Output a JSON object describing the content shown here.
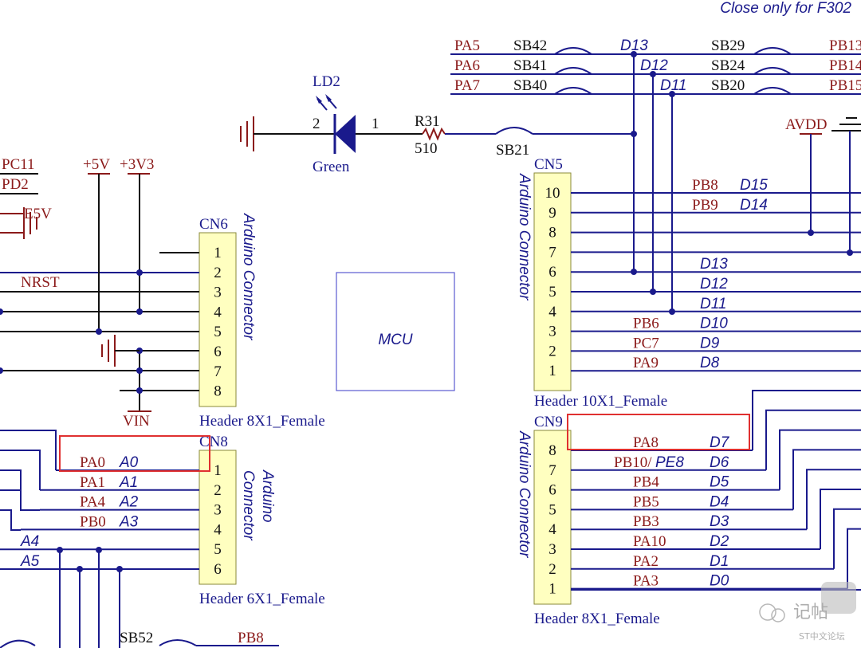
{
  "note": "Close only for F302",
  "mcu_label": "MCU",
  "led": {
    "ref": "LD2",
    "color": "Green",
    "pin2": "2",
    "pin1": "1"
  },
  "resistor": {
    "ref": "R31",
    "value": "510"
  },
  "sb21": "SB21",
  "bridges_top": [
    {
      "net_in": "PA5",
      "sb_in": "SB42",
      "sig": "D13",
      "sb_out": "SB29",
      "net_out": "PB13"
    },
    {
      "net_in": "PA6",
      "sb_in": "SB41",
      "sig": "D12",
      "sb_out": "SB24",
      "net_out": "PB14"
    },
    {
      "net_in": "PA7",
      "sb_in": "SB40",
      "sig": "D11",
      "sb_out": "SB20",
      "net_out": "PB15"
    }
  ],
  "avdd": "AVDD",
  "cn5": {
    "ref": "CN5",
    "title": "Arduino Connector",
    "footprint": "Header 10X1_Female",
    "pins": [
      {
        "num": "10",
        "net": "PB8",
        "sig": "D15"
      },
      {
        "num": "9",
        "net": "PB9",
        "sig": "D14"
      },
      {
        "num": "8",
        "net": "",
        "sig": ""
      },
      {
        "num": "7",
        "net": "",
        "sig": ""
      },
      {
        "num": "6",
        "net": "",
        "sig": "D13"
      },
      {
        "num": "5",
        "net": "",
        "sig": "D12"
      },
      {
        "num": "4",
        "net": "",
        "sig": "D11"
      },
      {
        "num": "3",
        "net": "PB6",
        "sig": "D10"
      },
      {
        "num": "2",
        "net": "PC7",
        "sig": "D9"
      },
      {
        "num": "1",
        "net": "PA9",
        "sig": "D8"
      }
    ]
  },
  "cn9": {
    "ref": "CN9",
    "title": "Arduino Connector",
    "footprint": "Header 8X1_Female",
    "pins": [
      {
        "num": "8",
        "net": "PA8",
        "sig": "D7"
      },
      {
        "num": "7",
        "net": "PB10/",
        "sig": "PE8",
        "sig2": "D6"
      },
      {
        "num": "6",
        "net": "PB4",
        "sig": "D5"
      },
      {
        "num": "5",
        "net": "PB5",
        "sig": "D4"
      },
      {
        "num": "4",
        "net": "PB3",
        "sig": "D3"
      },
      {
        "num": "3",
        "net": "PA10",
        "sig": "D2"
      },
      {
        "num": "2",
        "net": "PA2",
        "sig": "D1"
      },
      {
        "num": "1",
        "net": "PA3",
        "sig": "D0"
      }
    ]
  },
  "cn6": {
    "ref": "CN6",
    "title": "Arduino Connector",
    "footprint": "Header 8X1_Female",
    "pins": [
      "1",
      "2",
      "3",
      "4",
      "5",
      "6",
      "7",
      "8"
    ],
    "nrst": "NRST",
    "v5": "+5V",
    "v3": "+3V3",
    "vin": "VIN",
    "pc11": "PC11",
    "pd2": "PD2",
    "e5v": "E5V"
  },
  "cn8": {
    "ref": "CN8",
    "title_line1": "Arduino",
    "title_line2": "Connector",
    "footprint": "Header 6X1_Female",
    "pins": [
      {
        "num": "1",
        "net": "PA0",
        "sig": "A0"
      },
      {
        "num": "2",
        "net": "PA1",
        "sig": "A1"
      },
      {
        "num": "3",
        "net": "PA4",
        "sig": "A2"
      },
      {
        "num": "4",
        "net": "PB0",
        "sig": "A3"
      },
      {
        "num": "5",
        "net": "",
        "sig": "A4"
      },
      {
        "num": "6",
        "net": "",
        "sig": "A5"
      }
    ]
  },
  "sb52": "SB52",
  "pb8_bottom": "PB8",
  "watermark": {
    "cn": "记帖",
    "site": "ST中文论坛"
  },
  "colors": {
    "wire": "#1a1a8c",
    "net": "#8b1a1a",
    "header_fill": "#ffffc0",
    "highlight": "#e03030"
  }
}
